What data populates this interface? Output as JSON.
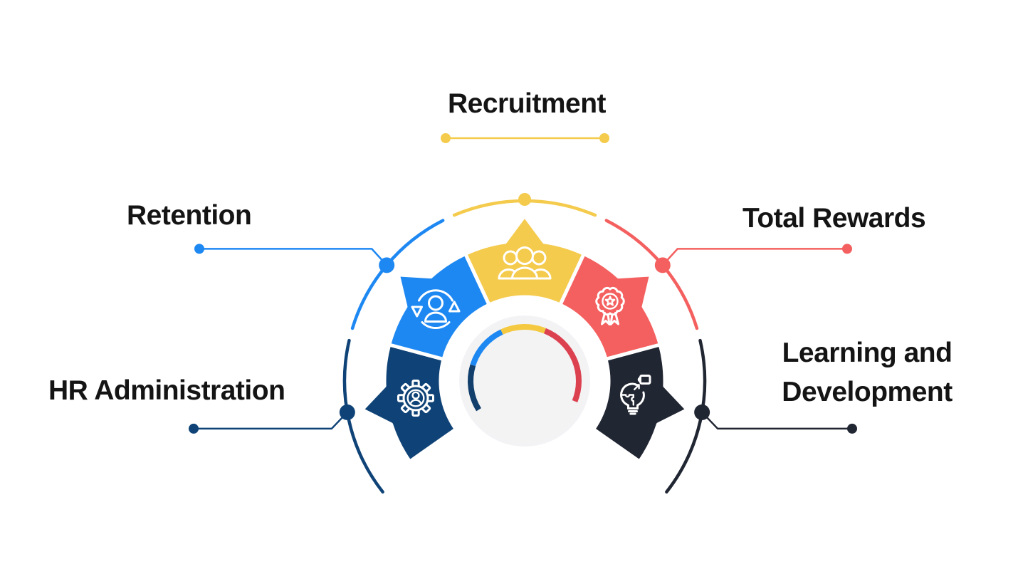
{
  "figure": {
    "background": "#FFFFFF",
    "text_color": "#141414",
    "items": [
      {
        "id": "hr-administration",
        "label": "HR Administration",
        "color": "#0F4377",
        "icon": "gear-person-icon",
        "angle": -100
      },
      {
        "id": "retention",
        "label": "Retention",
        "color": "#1E88F2",
        "icon": "person-refresh-icon",
        "angle": -50
      },
      {
        "id": "recruitment",
        "label": "Recruitment",
        "color": "#F4CB4D",
        "icon": "people-group-icon",
        "angle": 0
      },
      {
        "id": "total-rewards",
        "label": "Total Rewards",
        "color": "#F4605F",
        "icon": "award-ribbon-icon",
        "angle": 50
      },
      {
        "id": "learning-and-development",
        "label": "Learning and Development",
        "color": "#212633",
        "icon": "puzzle-bulb-icon",
        "angle": 100
      }
    ],
    "inner_arc_segments": [
      {
        "color": "#123F6B",
        "from": -122,
        "to": -73
      },
      {
        "color": "#1E88F2",
        "from": -73,
        "to": -25
      },
      {
        "color": "#F4C83F",
        "from": -25,
        "to": 22
      },
      {
        "color": "#DC4150",
        "from": 22,
        "to": 112
      }
    ],
    "center_circle_color": "#F3F3F4"
  }
}
